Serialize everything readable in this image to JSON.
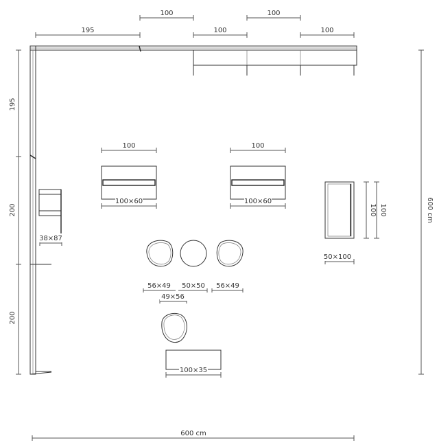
{
  "colors": {
    "line": "#333333",
    "dimension": "#555555",
    "background": "#ffffff"
  },
  "top_dims": {
    "wall_left": "195",
    "upper_1": "100",
    "upper_2": "100",
    "lower_1": "100",
    "lower_2": "100"
  },
  "left_dims": {
    "seg_1": "195",
    "seg_2": "200",
    "seg_3": "200"
  },
  "right_dim": "600 cm",
  "bottom_dim": "600 cm",
  "items": {
    "table_1": {
      "width": "100",
      "size": "100×60"
    },
    "table_2": {
      "width": "100",
      "size": "100×60"
    },
    "cabinet": {
      "size": "50×100",
      "depth_1": "100",
      "depth_2": "100"
    },
    "shelf": {
      "size": "38×87"
    },
    "chair_left": {
      "size": "56×49"
    },
    "stool": {
      "size": "50×50"
    },
    "chair_right": {
      "size": "56×49"
    },
    "chairs_group": {
      "size": "49×56"
    },
    "bench": {
      "size": "100×35"
    }
  }
}
